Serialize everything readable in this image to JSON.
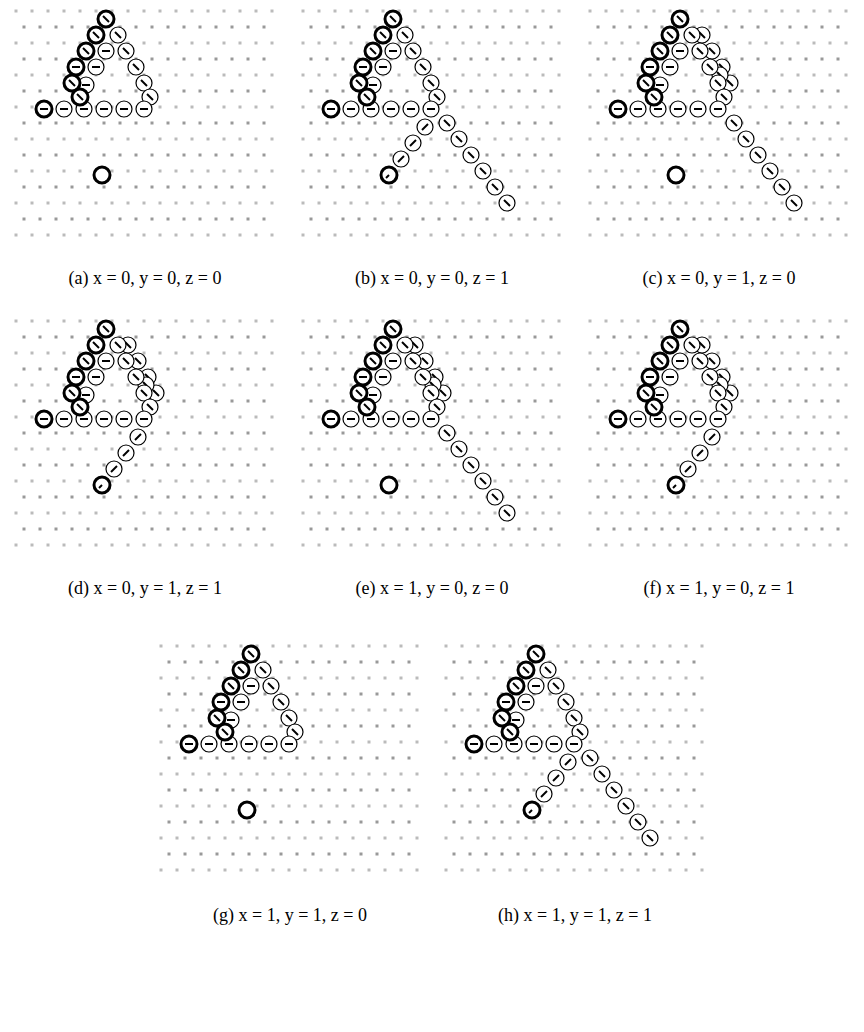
{
  "diagram": {
    "labels": [
      "(a) x = 0, y = 0, z = 0",
      "(b) x = 0, y = 0, z = 1",
      "(c) x = 0, y = 1, z = 0",
      "(d) x = 0, y = 1, z = 1",
      "(e) x = 1, y = 0, z = 0",
      "(f) x = 1, y = 0, z = 1",
      "(g) x = 1, y = 1, z = 0",
      "(h) x = 1, y = 1, z = 1"
    ]
  }
}
